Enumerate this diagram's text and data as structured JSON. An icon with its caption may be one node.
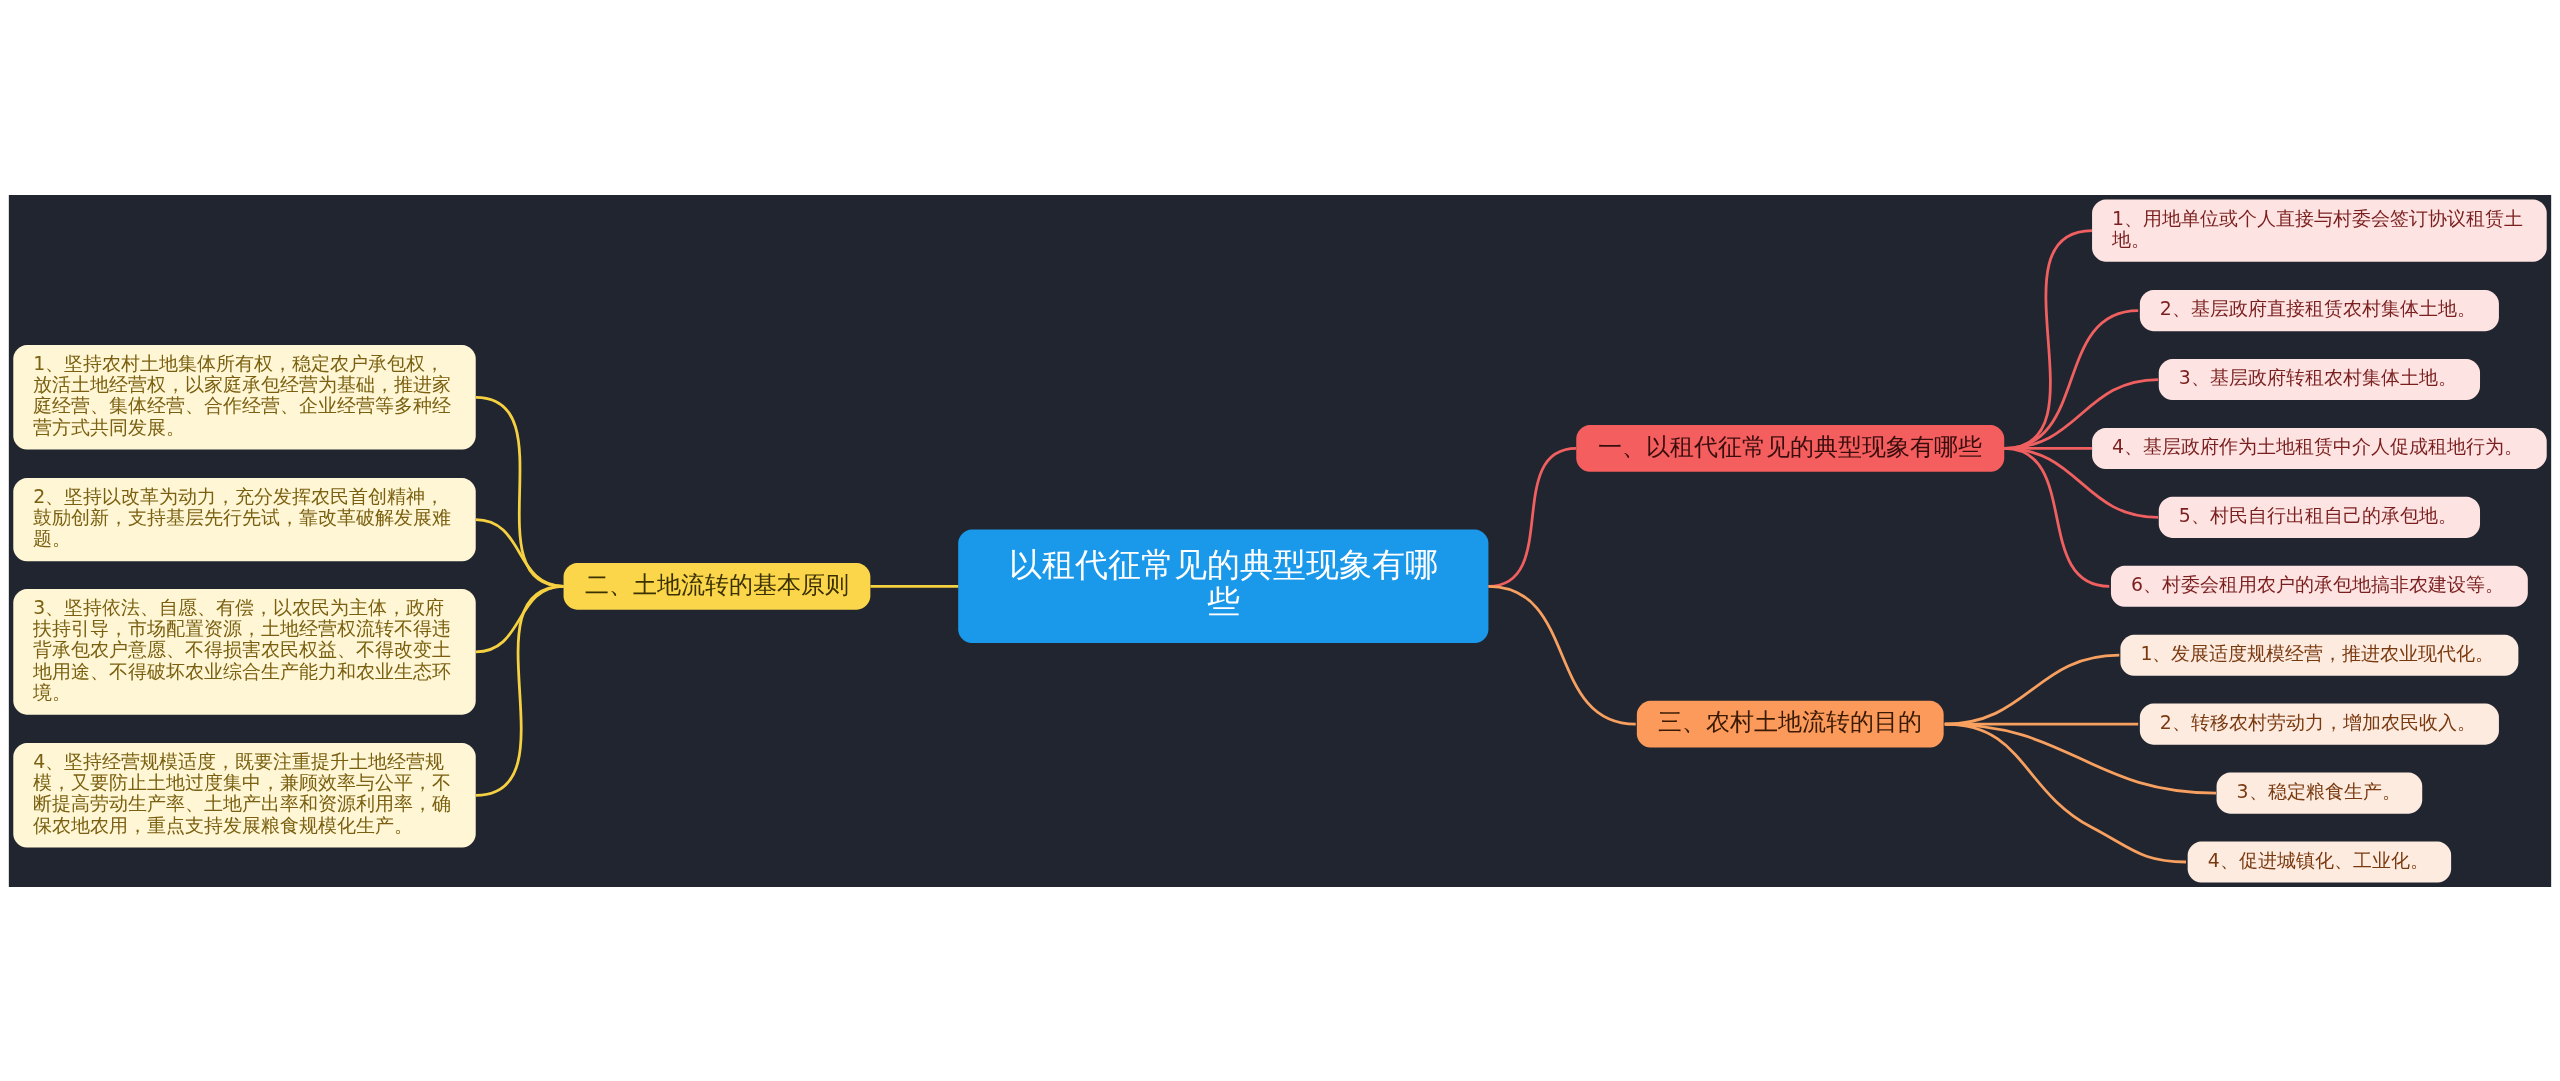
{
  "diagram": {
    "nodes": [
      {
        "text": [
          "以租代征常见的典型现象有哪些"
        ]
      },
      {
        "text": [
          "一、以租代征常见的典型现象有哪些"
        ]
      },
      {
        "text": [
          "1、用地单位或个人直接与村委会签订协议租赁土地。"
        ]
      },
      {
        "text": [
          "2、基层政府直接租赁农村集体土地。"
        ]
      },
      {
        "text": [
          "3、基层政府转租农村集体土地。"
        ]
      },
      {
        "text": [
          "4、基层政府作为土地租赁中介人促成租地行为。"
        ]
      },
      {
        "text": [
          "5、村民自行出租自己的承包地。"
        ]
      },
      {
        "text": [
          "6、村委会租用农户的承包地搞非农建设等。"
        ]
      },
      {
        "text": [
          "二、土地流转的基本原则"
        ]
      },
      {
        "text": [
          "1、坚持农村土地集体所有权，稳定农户承包权，放活土地经营权，以家庭承包经营为基础，推进家庭经营、集体经营、合作经营、企业经营等多种经营方式共同发展。"
        ]
      },
      {
        "text": [
          "2、坚持以改革为动力，充分发挥农民首创精神，鼓励创新，支持基层先行先试，靠改革破解发展难题。"
        ]
      },
      {
        "text": [
          "3、坚持依法、自愿、有偿，以农民为主体，政府扶持引导，市场配置资源，土地经营权流转不得违背承包农户意愿、不得损害农民权益、不得改变土地用途、不得破坏农业综合生产能力和农业生态环境。"
        ]
      },
      {
        "text": [
          "4、坚持经营规模适度，既要注重提升土地经营规模，又要防止土地过度集中，兼顾效率与公平，不断提高劳动生产率、土地产出率和资源利用率，确保农地农用，重点支持发展粮食规模化生产。"
        ]
      },
      {
        "text": [
          "三、农村土地流转的目的"
        ]
      },
      {
        "text": [
          "1、发展适度规模经营，推进农业现代化。"
        ]
      },
      {
        "text": [
          "2、转移农村劳动力，增加农民收入。"
        ]
      },
      {
        "text": [
          "3、稳定粮食生产。"
        ]
      },
      {
        "text": [
          "4、促进城镇化、工业化。"
        ]
      }
    ],
    "edges": [
      {
        "from": 0,
        "to": 1,
        "arrow": "none",
        "color": "#f06060"
      },
      {
        "from": 1,
        "to": 2,
        "arrow": "none",
        "color": "#f06060"
      },
      {
        "from": 1,
        "to": 3,
        "arrow": "none",
        "color": "#f06060"
      },
      {
        "from": 1,
        "to": 4,
        "arrow": "none",
        "color": "#f06060"
      },
      {
        "from": 1,
        "to": 5,
        "arrow": "none",
        "color": "#f06060"
      },
      {
        "from": 1,
        "to": 6,
        "arrow": "none",
        "color": "#f06060"
      },
      {
        "from": 1,
        "to": 7,
        "arrow": "none",
        "color": "#f06060"
      },
      {
        "from": 0,
        "to": 8,
        "arrow": "none",
        "color": "#f5d040"
      },
      {
        "from": 8,
        "to": 9,
        "arrow": "none",
        "color": "#f5d040"
      },
      {
        "from": 8,
        "to": 10,
        "arrow": "none",
        "color": "#f5d040"
      },
      {
        "from": 8,
        "to": 11,
        "arrow": "none",
        "color": "#f5d040"
      },
      {
        "from": 8,
        "to": 12,
        "arrow": "none",
        "color": "#f5d040"
      },
      {
        "from": 0,
        "to": 13,
        "arrow": "none",
        "color": "#f8a060"
      },
      {
        "from": 13,
        "to": 14,
        "arrow": "none",
        "color": "#f8a060"
      },
      {
        "from": 13,
        "to": 15,
        "arrow": "none",
        "color": "#f8a060"
      },
      {
        "from": 13,
        "to": 16,
        "arrow": "none",
        "color": "#f8a060"
      },
      {
        "from": 13,
        "to": 17,
        "arrow": "none",
        "color": "#f8a060"
      }
    ]
  }
}
